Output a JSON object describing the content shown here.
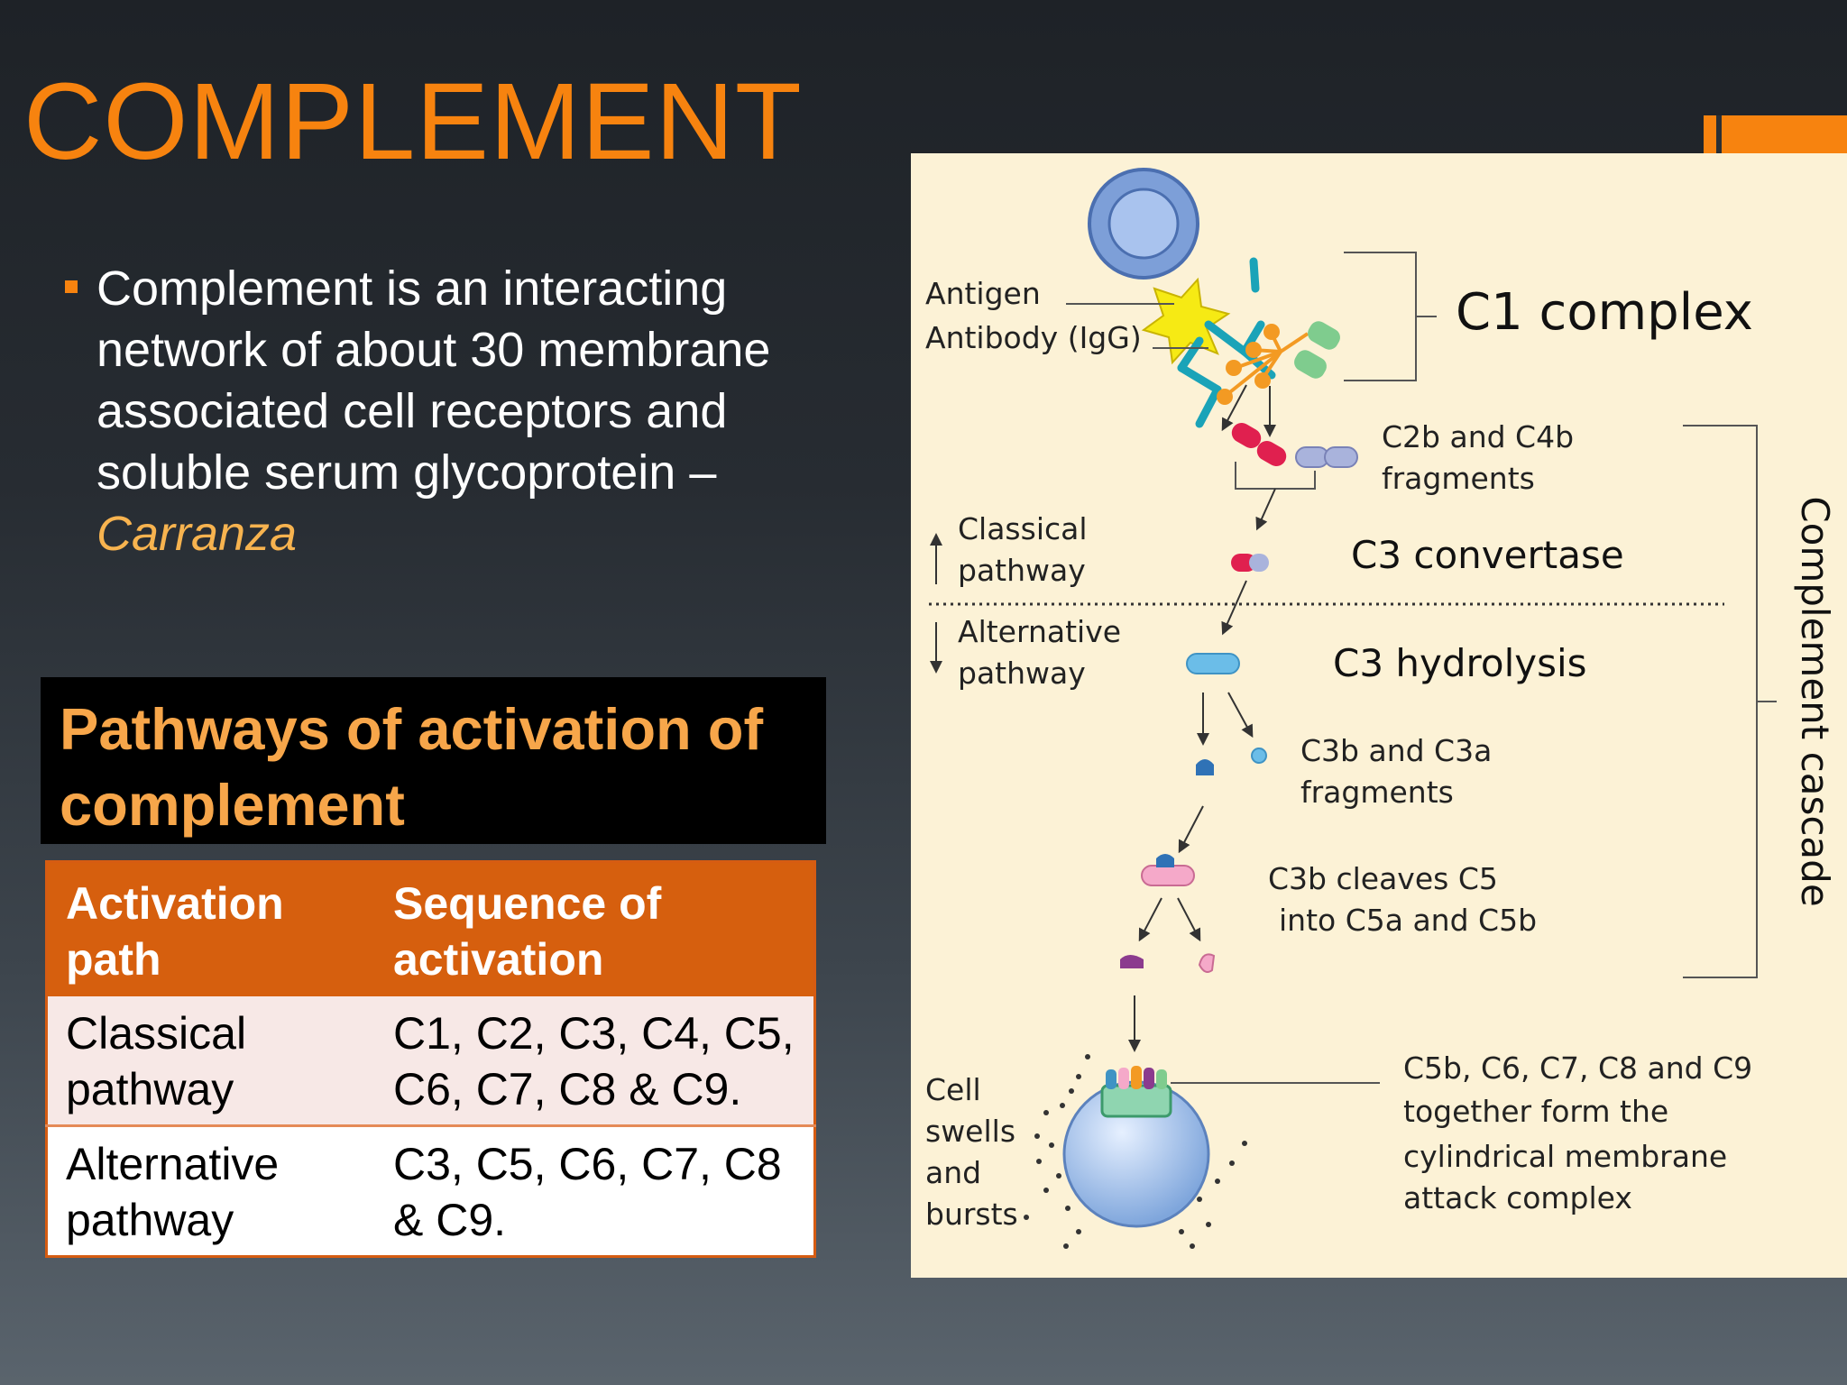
{
  "slide": {
    "title": "COMPLEMENT",
    "bullet": {
      "text": "Complement is an interacting network of about 30 membrane associated cell receptors and soluble serum glycoprotein –",
      "citation": "Carranza"
    },
    "subtitle": "Pathways of activation of complement",
    "table": {
      "headers": [
        "Activation path",
        "Sequence of activation"
      ],
      "rows": [
        {
          "path": "Classical pathway",
          "sequence": "C1, C2, C3, C4, C5, C6, C7, C8 & C9."
        },
        {
          "path": "Alternative pathway",
          "sequence": "C3, C5, C6, C7, C8 & C9."
        }
      ]
    }
  },
  "diagram": {
    "antigen": "Antigen",
    "antibody": "Antibody (IgG)",
    "c1_complex": "C1 complex",
    "c2b_c4b": [
      "C2b and C4b",
      "fragments"
    ],
    "classical": [
      "Classical",
      "pathway"
    ],
    "c3_convertase": "C3 convertase",
    "alternative": [
      "Alternative",
      "pathway"
    ],
    "c3_hydrolysis": "C3 hydrolysis",
    "c3b_c3a": [
      "C3b and C3a",
      "fragments"
    ],
    "c3b_cleaves": [
      "C3b cleaves C5",
      "into C5a and C5b"
    ],
    "cell_swells": [
      "Cell",
      "swells",
      "and",
      "bursts"
    ],
    "mac": [
      "C5b, C6, C7, C8 and C9",
      "together form the",
      "cylindrical membrane",
      "attack complex"
    ],
    "cascade": "Complement cascade"
  },
  "colors": {
    "accent": "#f7830f",
    "table_header": "#d65f0e",
    "panel": "#fcf2d6"
  }
}
